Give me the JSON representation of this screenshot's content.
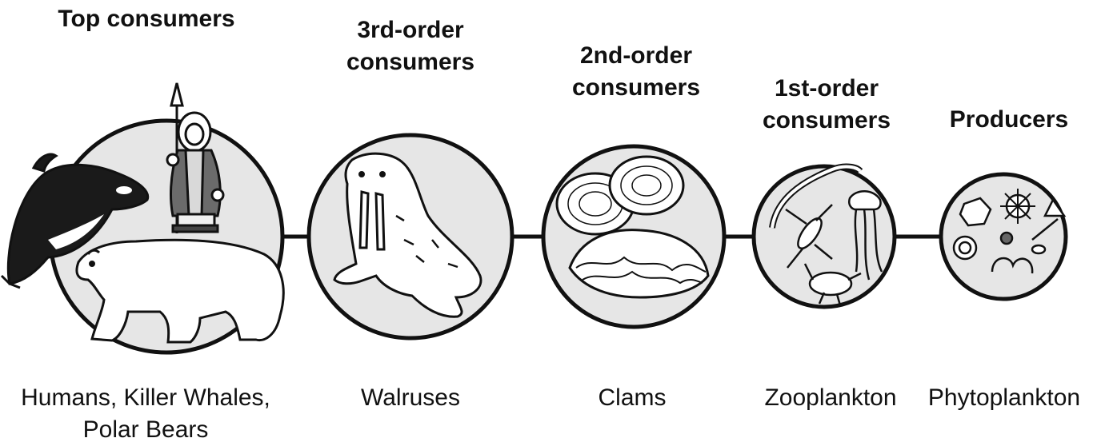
{
  "levels": [
    {
      "heading": [
        "Top consumers"
      ],
      "organisms": [
        "Humans, Killer Whales,",
        "Polar Bears"
      ]
    },
    {
      "heading": [
        "3rd-order",
        "consumers"
      ],
      "organisms": [
        "Walruses"
      ]
    },
    {
      "heading": [
        "2nd-order",
        "consumers"
      ],
      "organisms": [
        "Clams"
      ]
    },
    {
      "heading": [
        "1st-order",
        "consumers"
      ],
      "organisms": [
        "Zooplankton"
      ]
    },
    {
      "heading": [
        "Producers"
      ],
      "organisms": [
        "Phytoplankton"
      ]
    }
  ],
  "colors": {
    "circle_fill": "#e6e6e6",
    "outline": "#111111",
    "background": "#ffffff"
  },
  "icons": [
    "killer-whale-icon",
    "inuit-hunter-icon",
    "polar-bear-icon",
    "walrus-icon",
    "clam-icon",
    "zooplankton-icon",
    "phytoplankton-icon"
  ]
}
